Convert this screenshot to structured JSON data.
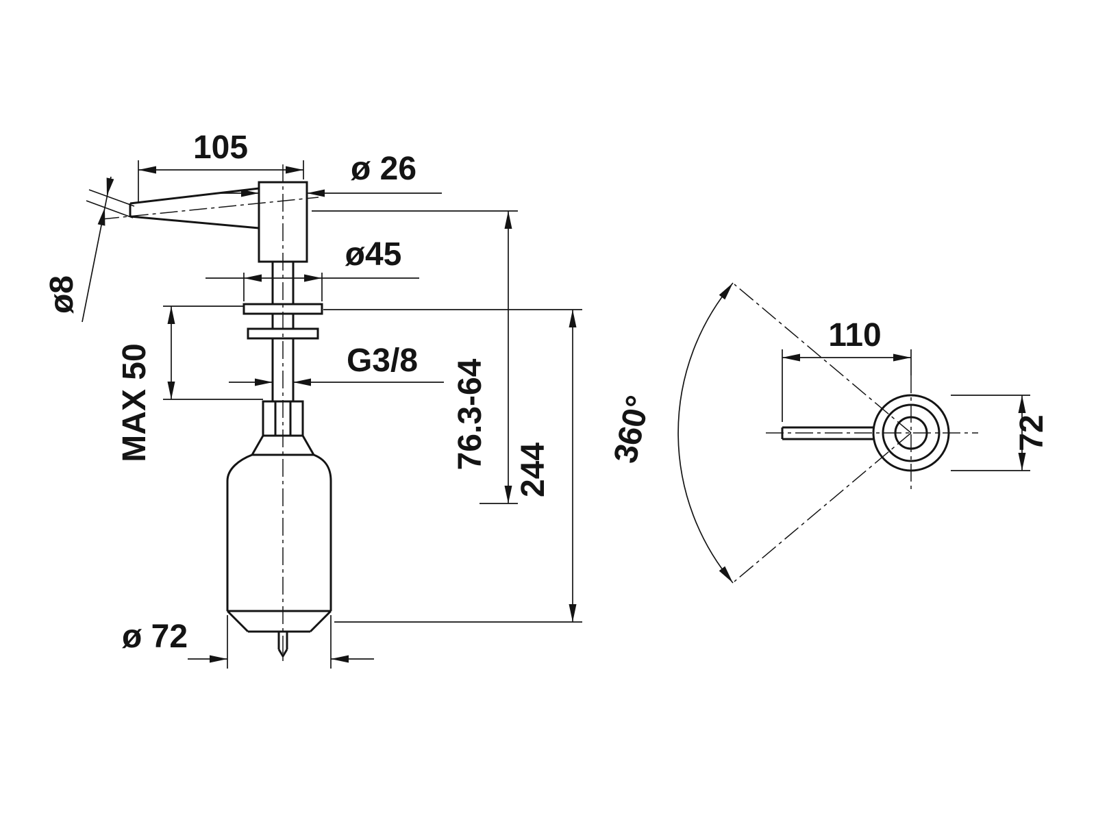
{
  "page": {
    "title": "Soap dispenser dimensional drawing",
    "background_color": "#ffffff",
    "line_color": "#141414"
  },
  "side_view": {
    "dim_spout_length": "105",
    "dim_head_diameter": "ø 26",
    "dim_spout_tip_diameter": "ø8",
    "dim_flange_diameter": "ø45",
    "dim_max_counter_thickness": "MAX 50",
    "dim_thread": "G3/8",
    "dim_upper_height_range": "76.3-64",
    "dim_total_height": "244",
    "dim_bottle_diameter": "ø 72"
  },
  "top_view": {
    "dim_rotation_angle": "360°",
    "dim_spout_reach": "110",
    "dim_body_diameter": "72"
  }
}
